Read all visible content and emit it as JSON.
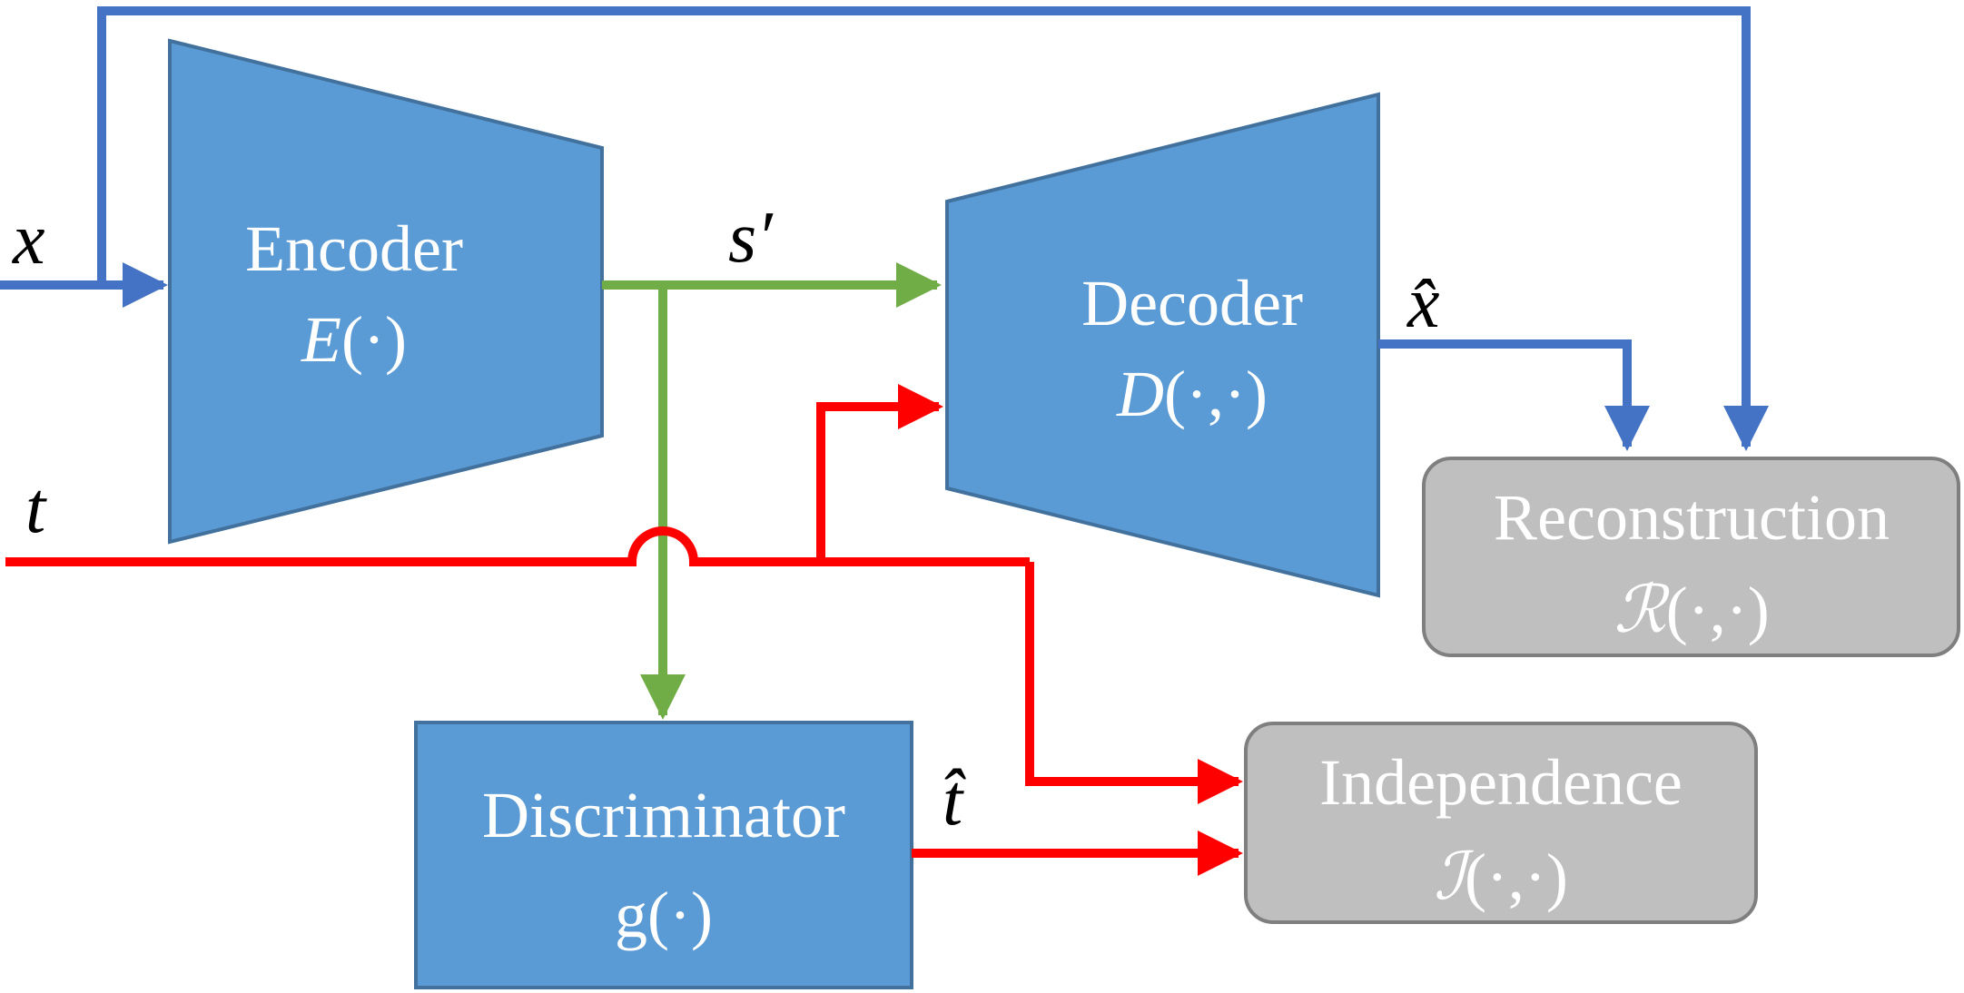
{
  "blocks": {
    "encoder": {
      "title": "Encoder",
      "func_name": "E",
      "func_args": "(·)"
    },
    "decoder": {
      "title": "Decoder",
      "func_name": "D",
      "func_args": "(·,·)"
    },
    "discriminator": {
      "title": "Discriminator",
      "func_text": "g(·)"
    },
    "reconstruction": {
      "title": "Reconstruction",
      "func_name": "ℛ",
      "func_args": "(·,·)"
    },
    "independence": {
      "title": "Independence",
      "func_name": "ℐ",
      "func_args": "(·,·)"
    }
  },
  "signals": {
    "x": "x",
    "t": "t",
    "s_prime": "s′",
    "x_hat": "x̂",
    "t_hat": "t̂"
  },
  "colors": {
    "block_fill": "#5B9BD5",
    "block_stroke": "#41719C",
    "loss_fill": "#BFBFBF",
    "loss_stroke": "#7F7F7F",
    "x_path": "#4472C4",
    "s_path": "#70AD47",
    "t_path": "#FF0000"
  }
}
